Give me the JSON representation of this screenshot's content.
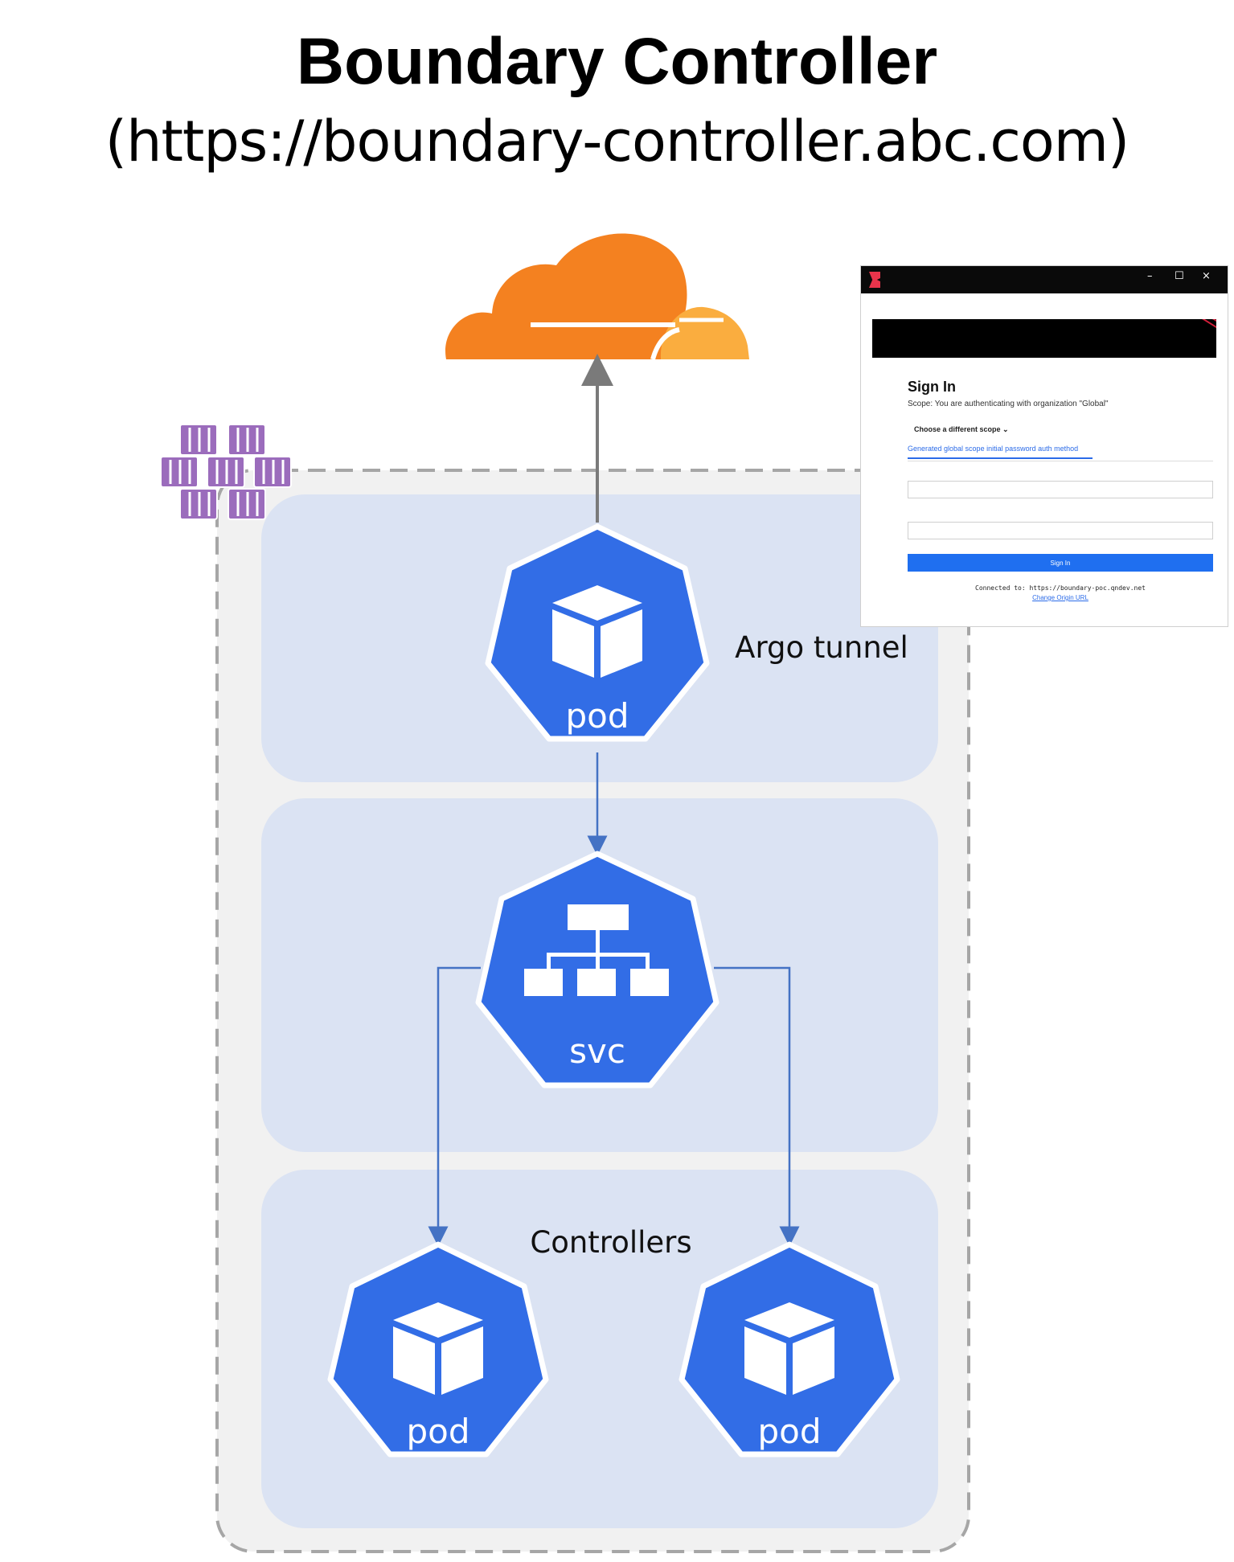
{
  "header": {
    "title": "Boundary Controller",
    "subtitle": "(https://boundary-controller.abc.com)"
  },
  "diagram": {
    "top_zone_label": "Argo tunnel",
    "bottom_zone_label": "Controllers",
    "tunnel_pod_label": "pod",
    "service_label": "svc",
    "controller_pod_1_label": "pod",
    "controller_pod_2_label": "pod"
  },
  "signin_window": {
    "minimize": "–",
    "maximize": "☐",
    "close": "×",
    "heading": "Sign In",
    "scope_text": "Scope: You are authenticating with organization \"Global\"",
    "choose_scope": "Choose a different scope ⌄",
    "auth_tab": "Generated global scope initial password auth method",
    "submit_label": "Sign In",
    "connected_text": "Connected to: https://boundary-poc.qndev.net",
    "change_origin": "Change Origin URL"
  },
  "colors": {
    "k8s_blue": "#326de6",
    "zone_fill": "#dbe3f3",
    "cluster_fill": "#f1f1f1",
    "cloud_orange": "#f48120",
    "cloud_light": "#faad3f",
    "aks_purple": "#9b6cbc"
  }
}
